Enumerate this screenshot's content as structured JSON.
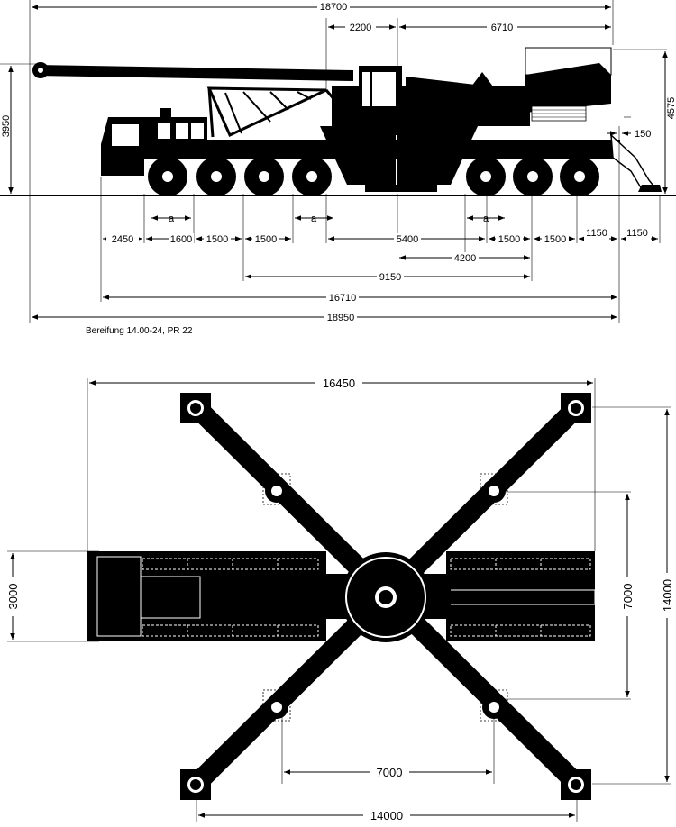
{
  "side_view": {
    "dims": {
      "total_top": "18700",
      "superstructure_a": "2200",
      "superstructure_b": "6710",
      "height_cab": "3950",
      "height_total": "4575",
      "outrigger_offset": "150",
      "axle_a1": "a",
      "axle_a2": "a",
      "axle_a3": "a",
      "front_overhang": "2450",
      "axle_1_2": "1600",
      "axle_2_3": "1500",
      "axle_3_4": "1500",
      "center_span": "5400",
      "axle_5_6": "1500",
      "axle_6_7": "1500",
      "rear_1": "1150",
      "rear_2": "1150",
      "span_4200": "4200",
      "span_9150": "9150",
      "span_16710": "16710",
      "span_18950": "18950"
    },
    "tyre_note": "Bereifung 14.00-24, PR 22"
  },
  "top_view": {
    "dims": {
      "outrigger_width": "16450",
      "carrier_width": "3000",
      "support_inner": "7000",
      "support_outer": "14000",
      "base_inner": "7000",
      "base_outer": "14000"
    }
  }
}
